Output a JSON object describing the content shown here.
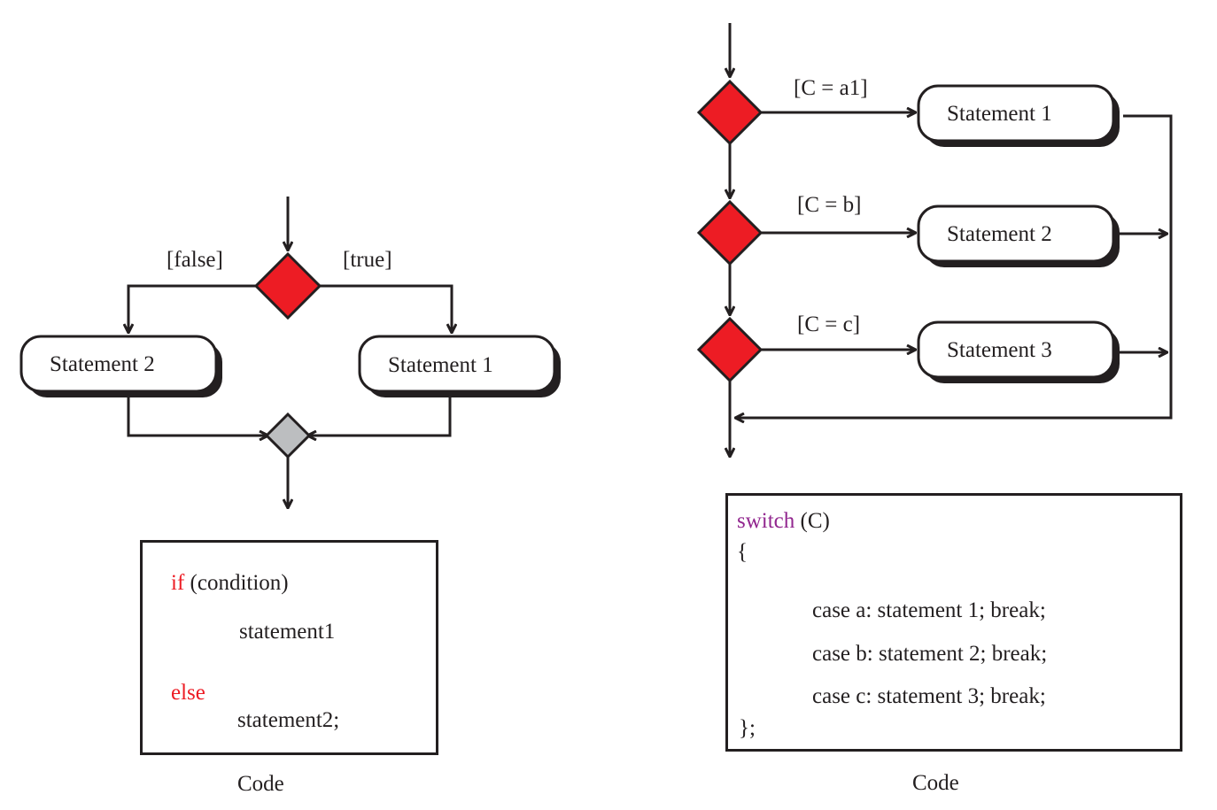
{
  "colors": {
    "decision_fill": "#ed1c24",
    "merge_fill": "#bcbec0",
    "stroke": "#231f20",
    "keyword_if_else": "#ed1c24",
    "keyword_switch": "#92278f"
  },
  "if_else": {
    "guard_false": "[false]",
    "guard_true": "[true]",
    "node_left": "Statement 2",
    "node_right": "Statement 1",
    "code": {
      "kw_if": "if",
      "condition": " (condition)",
      "stmt1": "statement1",
      "kw_else": "else",
      "stmt2": "statement2;"
    },
    "caption": "Code"
  },
  "switch": {
    "guards": [
      "[C = a1]",
      "[C = b]",
      "[C = c]"
    ],
    "nodes": [
      "Statement 1",
      "Statement 2",
      "Statement 3"
    ],
    "code": {
      "kw_switch": "switch",
      "arg": " (C)",
      "open": "{",
      "cases": [
        "case a: statement 1; break;",
        "case b: statement 2; break;",
        "case c: statement 3; break;"
      ],
      "close": "};"
    },
    "caption": "Code"
  }
}
